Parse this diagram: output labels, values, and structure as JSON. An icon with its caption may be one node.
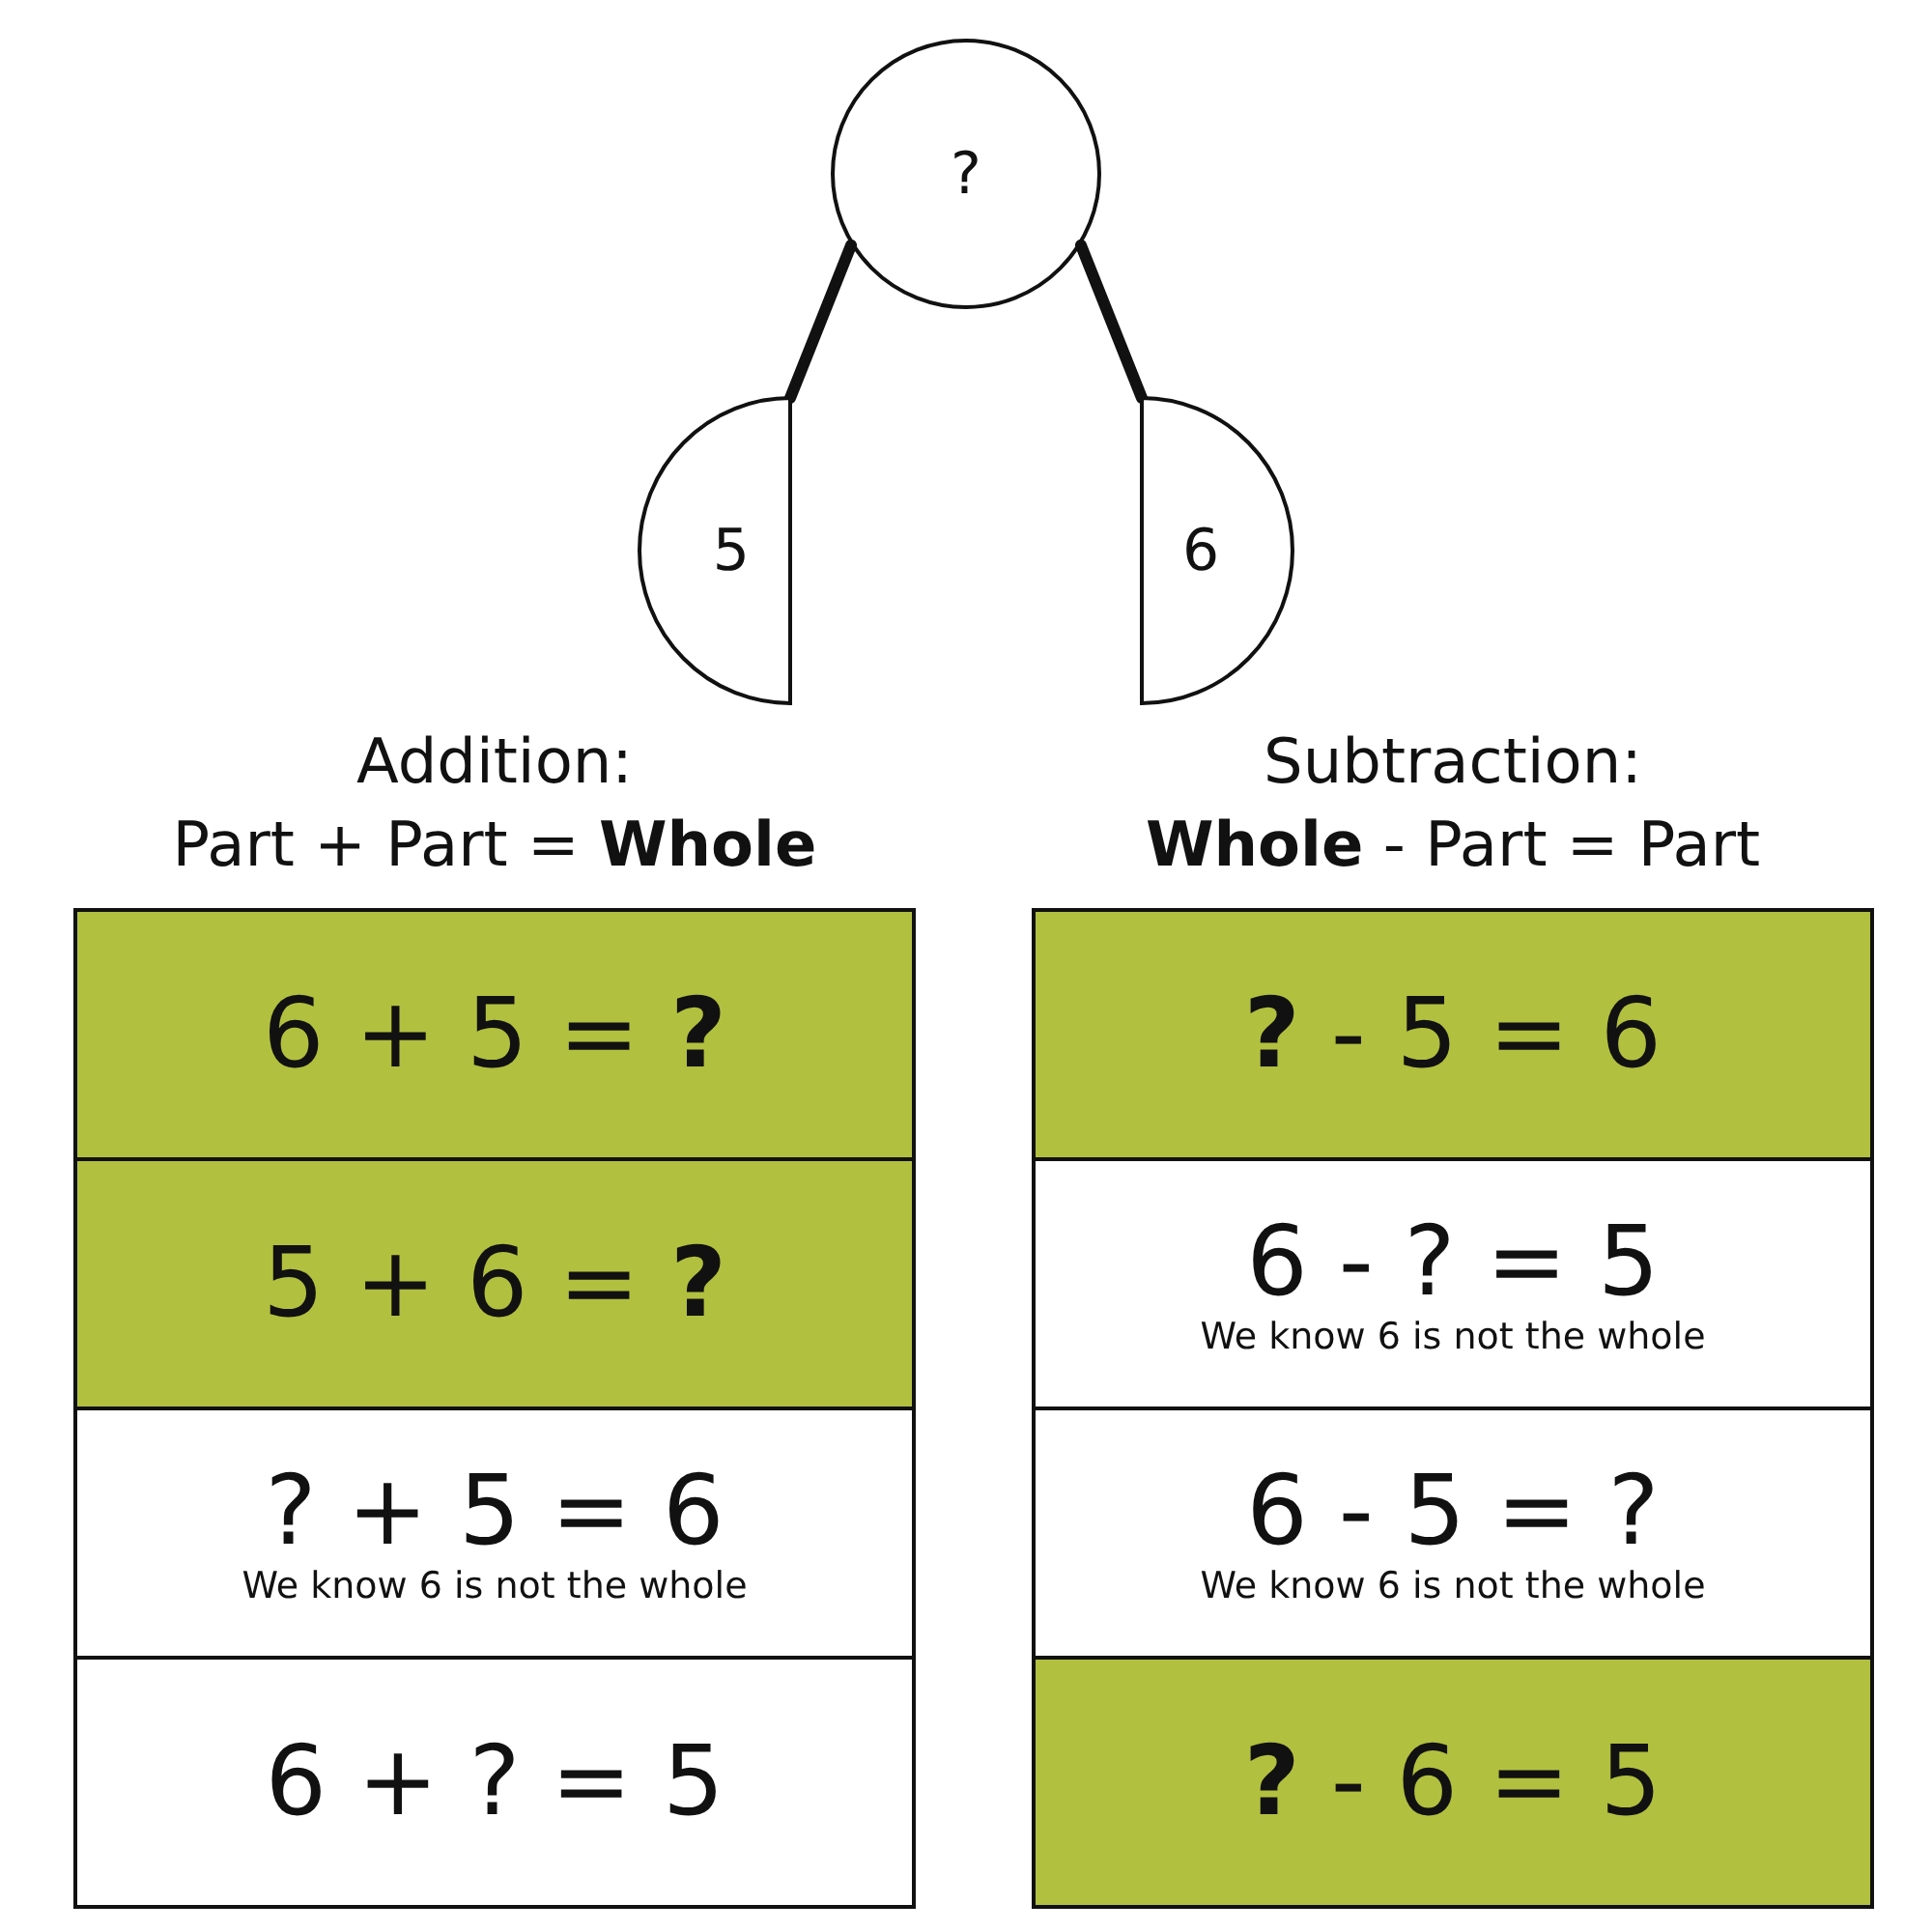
{
  "diagram": {
    "nodes": [
      {
        "text": [
          "?"
        ]
      },
      {
        "text": [
          "5"
        ]
      },
      {
        "text": [
          "6"
        ]
      }
    ],
    "edges": [
      {
        "from": 0,
        "to": 1,
        "arrow": "none"
      },
      {
        "from": 0,
        "to": 2,
        "arrow": "none"
      }
    ],
    "labels": [
      "Addition:",
      "Part + Part = **Whole**",
      "Subtraction:",
      "**Whole** - Part = Part",
      "6 + 5 = **?**",
      "**?** - 5 = 6",
      "5 + 6 = **?**",
      "6 - ? = 5",
      "We know 6 is not the whole",
      "? + 5 = 6",
      "We know 6 is not the whole",
      "6 - 5 = ?",
      "We know 6 is not the whole",
      "6 + ? = 5",
      "**?** - 6 = 5"
    ]
  }
}
